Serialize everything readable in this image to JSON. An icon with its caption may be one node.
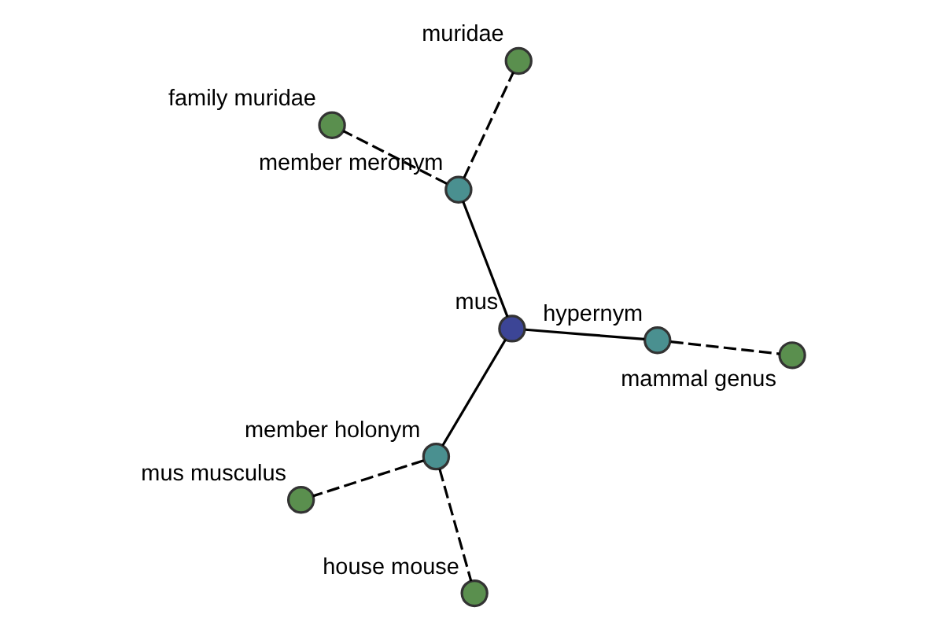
{
  "diagram": {
    "nodes": [
      {
        "text": [
          "mus"
        ]
      },
      {
        "text": [
          "hypernym"
        ]
      },
      {
        "text": [
          "mammal genus"
        ]
      },
      {
        "text": [
          "member meronym"
        ]
      },
      {
        "text": [
          "muridae"
        ]
      },
      {
        "text": [
          "family muridae"
        ]
      },
      {
        "text": [
          "member holonym"
        ]
      },
      {
        "text": [
          "house mouse"
        ]
      },
      {
        "text": [
          "mus musculus"
        ]
      }
    ],
    "edges": [
      {
        "from": 0,
        "to": 1,
        "arrow": "none"
      },
      {
        "from": 1,
        "to": 2,
        "arrow": "none",
        "style": "dashed"
      },
      {
        "from": 0,
        "to": 3,
        "arrow": "none"
      },
      {
        "from": 3,
        "to": 4,
        "arrow": "none",
        "style": "dashed"
      },
      {
        "from": 3,
        "to": 5,
        "arrow": "none",
        "style": "dashed"
      },
      {
        "from": 0,
        "to": 6,
        "arrow": "none"
      },
      {
        "from": 6,
        "to": 7,
        "arrow": "none",
        "style": "dashed"
      },
      {
        "from": 6,
        "to": 8,
        "arrow": "none",
        "style": "dashed"
      }
    ]
  }
}
